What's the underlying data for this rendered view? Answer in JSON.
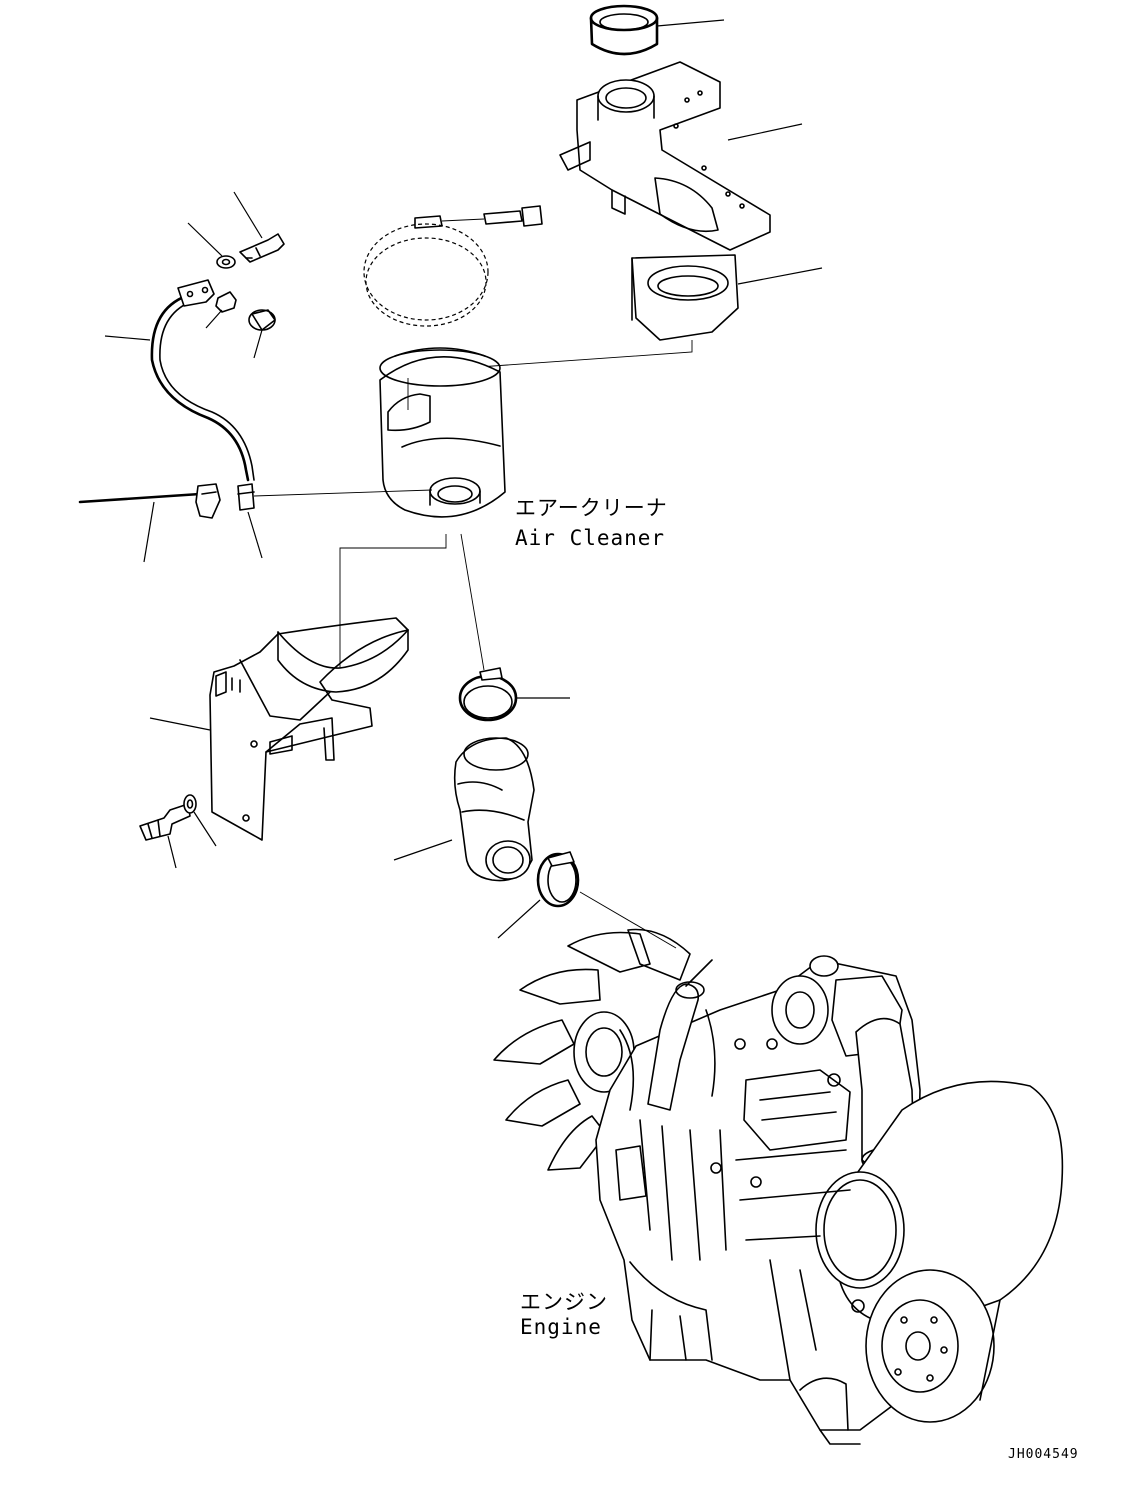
{
  "labels": {
    "air_cleaner_jp": "エアークリーナ",
    "air_cleaner_en": "Air Cleaner",
    "engine_jp": "エンジン",
    "engine_en": "Engine"
  },
  "drawing_code": "JH004549"
}
